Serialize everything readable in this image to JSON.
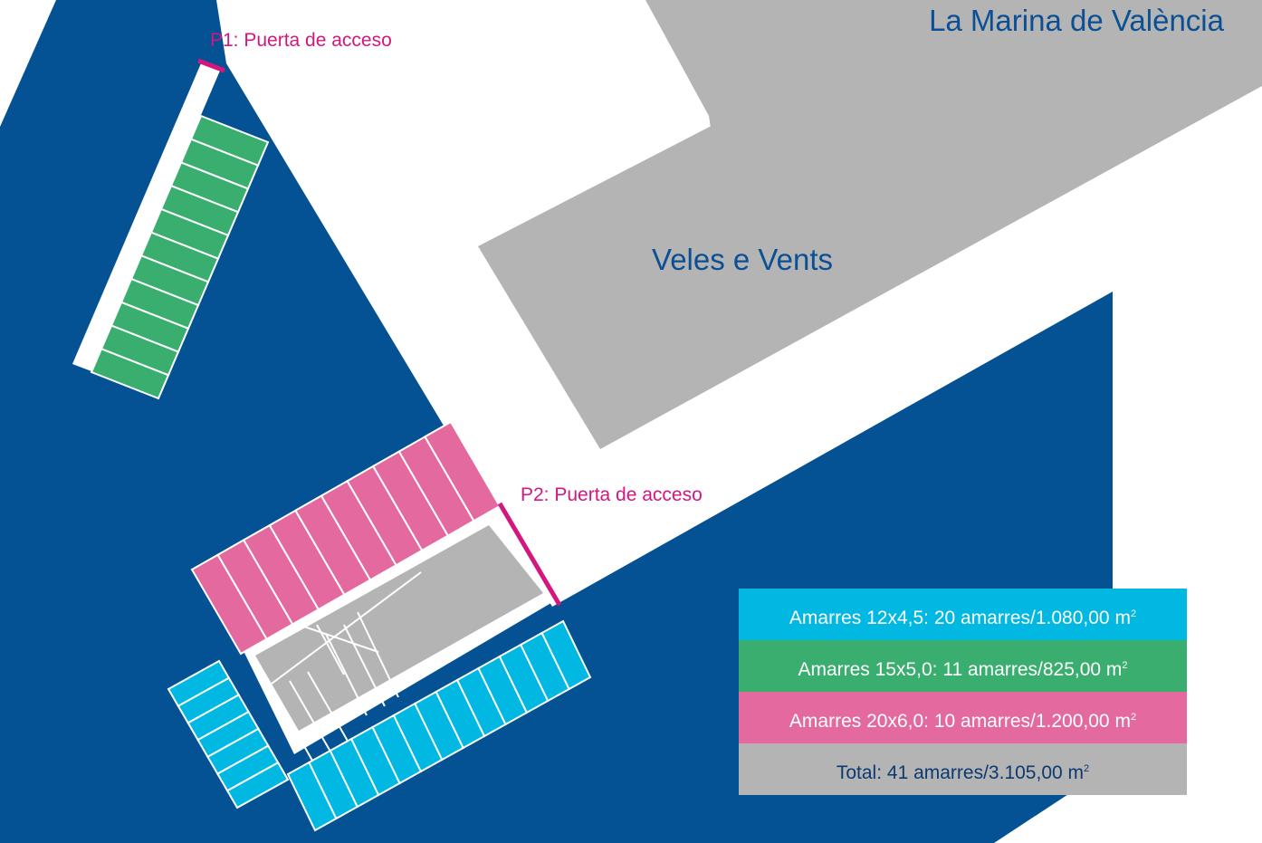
{
  "title": "La Marina de València",
  "building_label": "Veles e Vents",
  "access_points": [
    {
      "label": "P1: Puerta de acceso"
    },
    {
      "label": "P2: Puerta de acceso"
    }
  ],
  "colors": {
    "water": "#045294",
    "land": "#ffffff",
    "building": "#b4b4b4",
    "berth_12x4_5": "#00b8e1",
    "berth_15x5": "#3aae6e",
    "berth_20x6": "#e3699f",
    "access": "#d4177f",
    "text_blue": "#0b4f94"
  },
  "legend": [
    {
      "text": "Amarres 12x4,5: 20 amarres/1.080,00 m",
      "unit_sup": "2",
      "color": "#00b8e1"
    },
    {
      "text": "Amarres 15x5,0: 11 amarres/825,00 m",
      "unit_sup": "2",
      "color": "#3aae6e"
    },
    {
      "text": "Amarres 20x6,0: 10 amarres/1.200,00 m",
      "unit_sup": "2",
      "color": "#e3699f"
    },
    {
      "text": "Total: 41 amarres/3.105,00 m",
      "unit_sup": "2",
      "color": "#b4b4b4"
    }
  ],
  "berth_groups": [
    {
      "type": "15x5,0",
      "count": 11,
      "color": "#3aae6e"
    },
    {
      "type": "20x6,0",
      "count": 10,
      "color": "#e3699f"
    },
    {
      "type": "12x4,5",
      "count": 13,
      "color": "#00b8e1"
    },
    {
      "type": "12x4,5",
      "count": 7,
      "color": "#00b8e1"
    }
  ]
}
